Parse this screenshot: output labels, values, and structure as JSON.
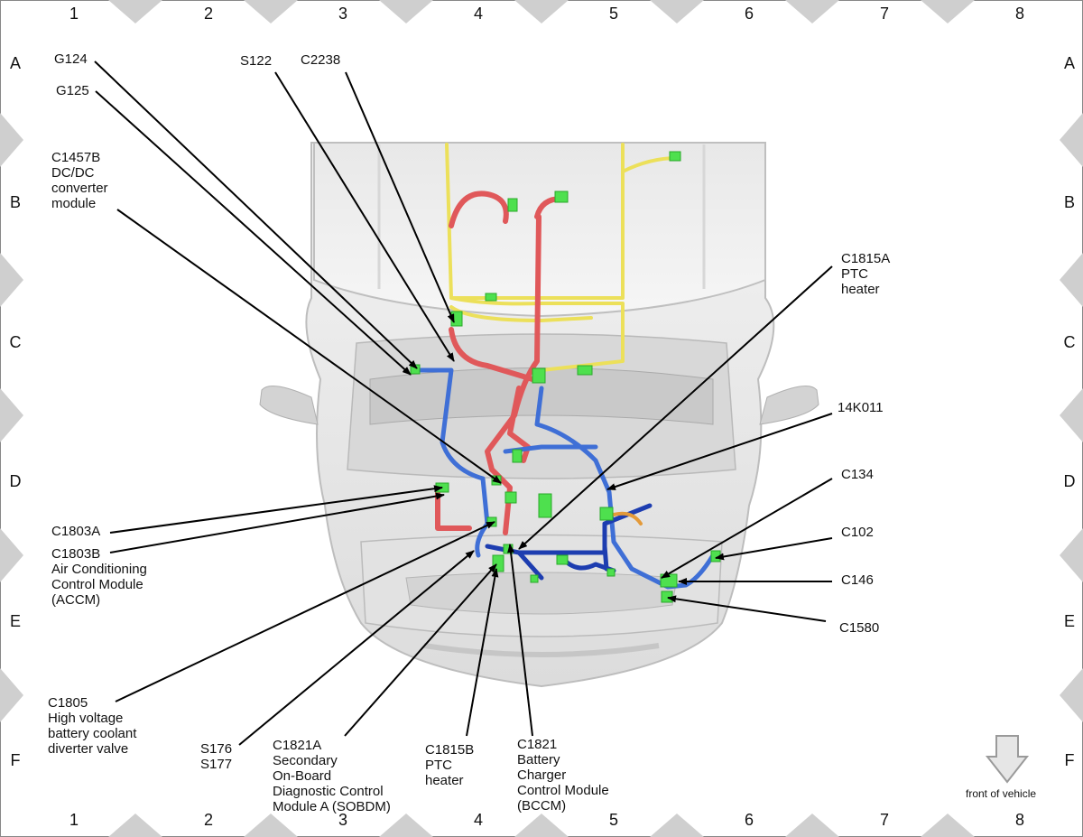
{
  "grid": {
    "columns": [
      "1",
      "2",
      "3",
      "4",
      "5",
      "6",
      "7",
      "8"
    ],
    "rows": [
      "A",
      "B",
      "C",
      "D",
      "E",
      "F"
    ]
  },
  "labels": {
    "g124": [
      "G124"
    ],
    "g125": [
      "G125"
    ],
    "s122": [
      "S122"
    ],
    "c2238": [
      "C2238"
    ],
    "c1457b": [
      "C1457B",
      "DC/DC",
      "converter",
      "module"
    ],
    "c1815a": [
      "C1815A",
      "PTC",
      "heater"
    ],
    "k14k011": [
      "14K011"
    ],
    "c134": [
      "C134"
    ],
    "c102": [
      "C102"
    ],
    "c146": [
      "C146"
    ],
    "c1580": [
      "C1580"
    ],
    "c1803a": [
      "C1803A"
    ],
    "c1803b": [
      "C1803B",
      "Air Conditioning",
      "Control Module",
      "(ACCM)"
    ],
    "c1805": [
      "C1805",
      "High voltage",
      "battery coolant",
      "diverter valve"
    ],
    "s176": [
      "S176",
      "S177"
    ],
    "c1821a": [
      "C1821A",
      "Secondary",
      "On-Board",
      "Diagnostic Control",
      "Module A (SOBDM)"
    ],
    "c1815b": [
      "C1815B",
      "PTC",
      "heater"
    ],
    "c1821": [
      "C1821",
      "Battery",
      "Charger",
      "Control Module",
      "(BCCM)"
    ]
  },
  "front_of_vehicle": "front of vehicle",
  "colors": {
    "harness_red": "#e0585a",
    "harness_yellow": "#ece05a",
    "harness_blue": "#3f6fd6",
    "harness_dark_blue": "#1d3db0",
    "harness_orange": "#e39a3a",
    "connector_green": "#4ee04e",
    "vehicle_gray": "#c9c9c9",
    "border_triangle": "#cfcfcf"
  }
}
